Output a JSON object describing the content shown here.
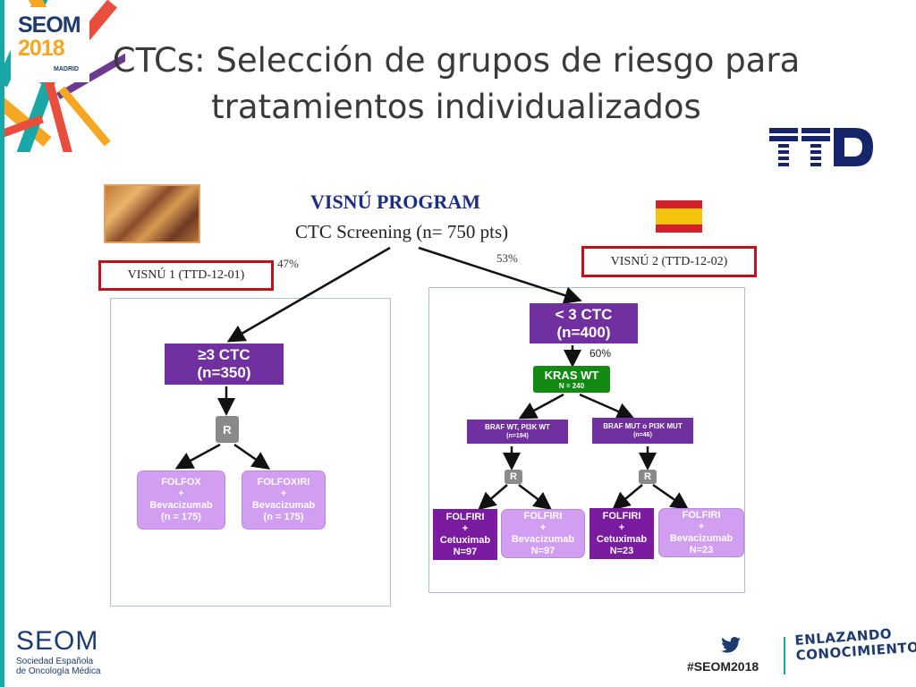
{
  "slide": {
    "title_line1": "CTCs: Selección de grupos de riesgo para",
    "title_line2": "tratamientos individualizados"
  },
  "logo": {
    "seom_badge_top": "SEOM",
    "seom_badge_year": "2018",
    "seom_badge_city": "MADRID",
    "ttd": "TTD",
    "footer_seom": "SEOM",
    "footer_sub1": "Sociedad Española",
    "footer_sub2": "de Oncología Médica"
  },
  "diagram": {
    "program_title": "VISNÚ PROGRAM",
    "screening": "CTC Screening (n= 750 pts)",
    "visnu1": "VISNÚ 1 (TTD-12-01)",
    "visnu2": "VISNÚ 2 (TTD-12-02)",
    "pct_left": "47%",
    "pct_right": "53%",
    "left": {
      "group_line1": "≥3 CTC",
      "group_line2": "(n=350)",
      "random": "R",
      "arm1": [
        "FOLFOX",
        "+",
        "Bevacizumab",
        "(n = 175)"
      ],
      "arm2": [
        "FOLFOXIRI",
        "+",
        "Bevacizumab",
        "(n = 175)"
      ]
    },
    "right": {
      "group_line1": "< 3 CTC",
      "group_line2": "(n=400)",
      "pct": "60%",
      "kras_line1": "KRAS WT",
      "kras_line2": "N = 240",
      "braf_wt_line1": "BRAF WT, PI3K WT",
      "braf_wt_line2": "(n=194)",
      "braf_mut_line1": "BRAF MUT o PI3K MUT",
      "braf_mut_line2": "(n=46)",
      "random": "R",
      "arm1": [
        "FOLFIRI",
        "+",
        "Cetuximab",
        "N=97"
      ],
      "arm2": [
        "FOLFIRI",
        "+",
        "Bevacizumab",
        "N=97"
      ],
      "arm3": [
        "FOLFIRI",
        "+",
        "Cetuximab",
        "N=23"
      ],
      "arm4": [
        "FOLFIRI",
        "+",
        "Bevacizumab",
        "N=23"
      ]
    }
  },
  "footer": {
    "hashtag": "#SEOM2018",
    "tagline_line1": "ENLAZANDO",
    "tagline_line2": "CONOCIMIENTO"
  },
  "colors": {
    "purple_box": "#7030a0",
    "green_box": "#138a13",
    "pale_box": "#d29ef2",
    "dark_arm": "#7a1ba0",
    "red_border": "#c0121c",
    "navy_ttd": "#16246a",
    "teal": "#1aa7a7"
  }
}
